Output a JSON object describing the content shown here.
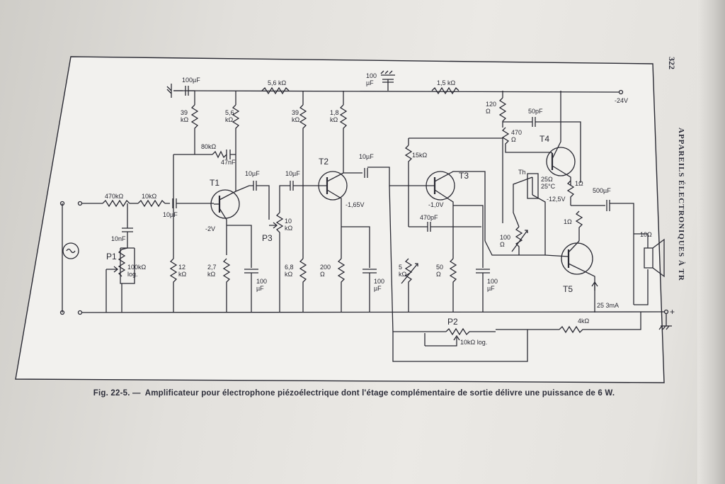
{
  "page_number": "322",
  "side_title": "APPAREILS ÉLECTRONIQUES À TR",
  "caption": {
    "prefix": "Fig. 22-5. —",
    "text": "Amplificateur pour électrophone piézoélectrique dont l'étage complémentaire de sortie délivre une puissance de 6 W."
  },
  "labels": {
    "c_100uF_top_left": "100µF",
    "r_5k6_top": "5,6 kΩ",
    "c_100uF_top_mid": "100\nµF",
    "r_1k5_top": "1,5 kΩ",
    "supply": "-24V",
    "r_39k_a": "39\nkΩ",
    "r_5k6_a": "5,6\nkΩ",
    "r_39k_b": "39\nkΩ",
    "r_1k8": "1,8\nkΩ",
    "r_120": "120\nΩ",
    "c_50pF": "50pF",
    "r_470": "470\nΩ",
    "r_80k": "80kΩ",
    "c_47nF": "47nF",
    "r_15k": "15kΩ",
    "T1": "T1",
    "T2": "T2",
    "T3": "T3",
    "T4": "T4",
    "T5": "T5",
    "c_10uF_a": "10µF",
    "c_10uF_b": "10µF",
    "c_10uF_c": "10µF",
    "c_10uF_in": "10µF",
    "r_470k": "470kΩ",
    "r_10k_in": "10kΩ",
    "c_10nF": "10nF",
    "P1": "P1",
    "r_100k_log": "100kΩ\nlog.",
    "v_T1": "-2V",
    "P3": "P3",
    "r_10k_P3": "10\nkΩ",
    "v_T2": "-1,65V",
    "v_T3": "-1,0V",
    "c_470pF": "470pF",
    "Th": "Th",
    "r_25": "25Ω\n25°C",
    "r_1ohm_a": "1Ω",
    "v_12_5": "-12,5V",
    "c_500uF": "500µF",
    "r_1ohm_b": "1Ω",
    "r_10ohm": "10Ω",
    "r_12k": "12\nkΩ",
    "r_2k7": "2,7\nkΩ",
    "c_100uF_a": "100\nµF",
    "r_6k8": "6,8\nkΩ",
    "r_200": "200\nΩ",
    "c_100uF_b": "100\nµF",
    "r_5k": "5\nkΩ",
    "r_50": "50\nΩ",
    "c_100uF_c": "100\nµF",
    "r_100_var": "100\nΩ",
    "i_25mA": "25  3mA",
    "P2": "P2",
    "r_10k_log": "10kΩ log.",
    "r_4k": "4kΩ",
    "plus": "+"
  }
}
